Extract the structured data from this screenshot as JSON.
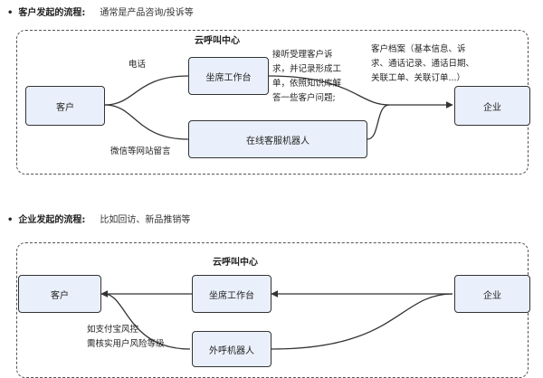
{
  "flow1": {
    "bullet": "•",
    "title": "客户发起的流程:",
    "desc": "通常是产品咨询/投诉等",
    "center_title": "云呼叫中心",
    "nodes": {
      "customer": "客户",
      "agent_desk": "坐席工作台",
      "online_bot": "在线客服机器人",
      "enterprise": "企业"
    },
    "labels": {
      "phone": "电话",
      "wechat": "微信等网站留言"
    },
    "agent_note_lines": [
      "接听受理客户诉",
      "求，并记录形成工",
      "单，依照知识库解",
      "答一些客户问题;"
    ],
    "archive_note_lines": [
      "客户档案（基本信息、诉",
      "求、通话记录、通话日期、",
      "关联工单、关联订单...）"
    ]
  },
  "flow2": {
    "bullet": "•",
    "title": "企业发起的流程:",
    "desc": "比如回访、新品推销等",
    "center_title": "云呼叫中心",
    "nodes": {
      "customer": "客户",
      "agent_desk": "坐席工作台",
      "outbound_bot": "外呼机器人",
      "enterprise": "企业"
    },
    "note_lines": [
      "如支付宝风控",
      "需核实用户风险等级"
    ]
  }
}
